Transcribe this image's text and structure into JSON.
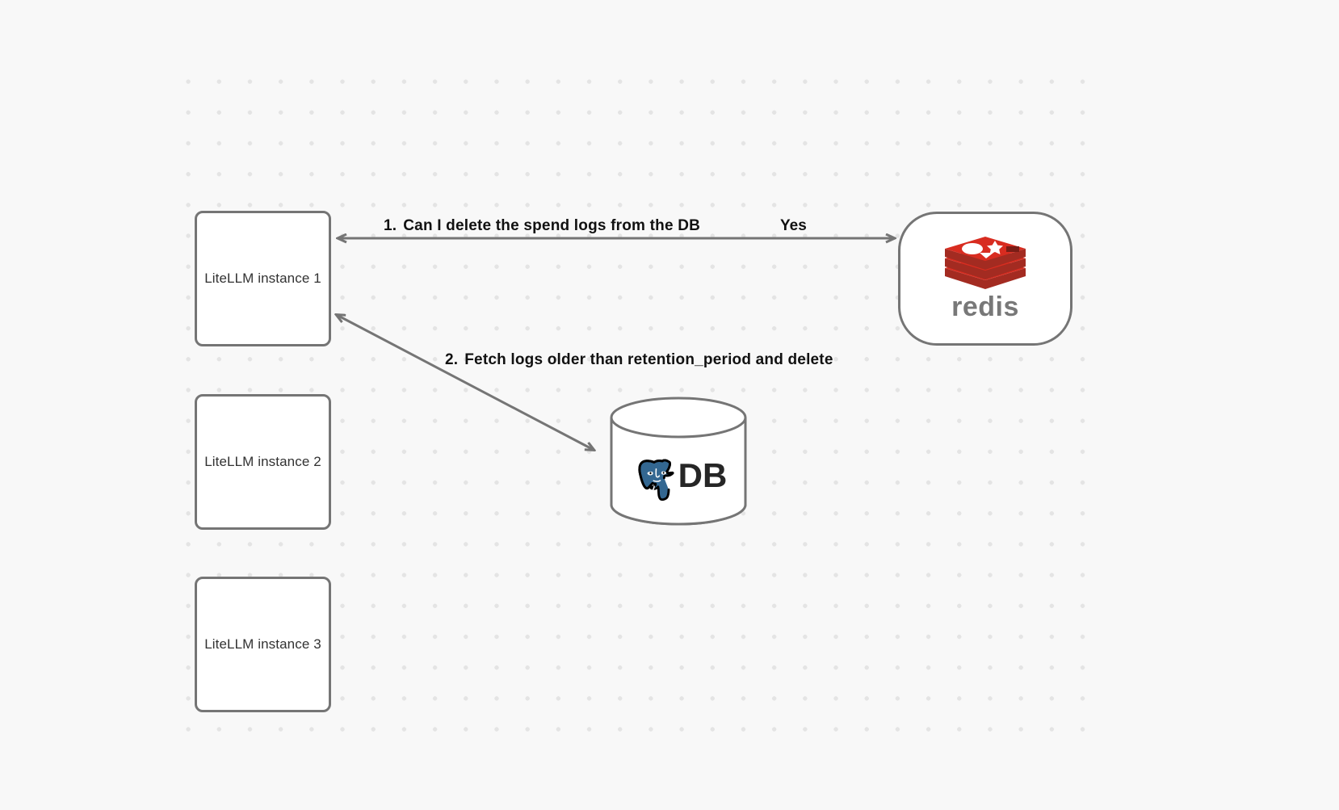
{
  "canvas": {
    "background_color": "#f8f8f8",
    "grid": "dotted",
    "grid_dot_color": "#e4e4e4"
  },
  "nodes": {
    "instances": [
      {
        "id": "litellm-instance-1",
        "label": "LiteLLM instance 1"
      },
      {
        "id": "litellm-instance-2",
        "label": "LiteLLM instance 2"
      },
      {
        "id": "litellm-instance-3",
        "label": "LiteLLM instance 3"
      }
    ],
    "redis": {
      "id": "redis-node",
      "wordmark": "redis",
      "logo_color": "#d82c20",
      "wordmark_color": "#787878"
    },
    "database": {
      "id": "postgres-db-node",
      "label": "DB",
      "logo_color": "#336791",
      "shape": "cylinder"
    }
  },
  "edges": [
    {
      "id": "edge-redis-to-instance-1",
      "number": "1.",
      "label": "Can I delete the spend logs from the DB",
      "reply_label": "Yes",
      "from": "litellm-instance-1",
      "to": "redis-node",
      "color": "#757575"
    },
    {
      "id": "edge-instance-1-to-db",
      "number": "2.",
      "label": "Fetch logs older than retention_period and delete",
      "from": "litellm-instance-1",
      "to": "postgres-db-node",
      "color": "#757575"
    }
  ]
}
